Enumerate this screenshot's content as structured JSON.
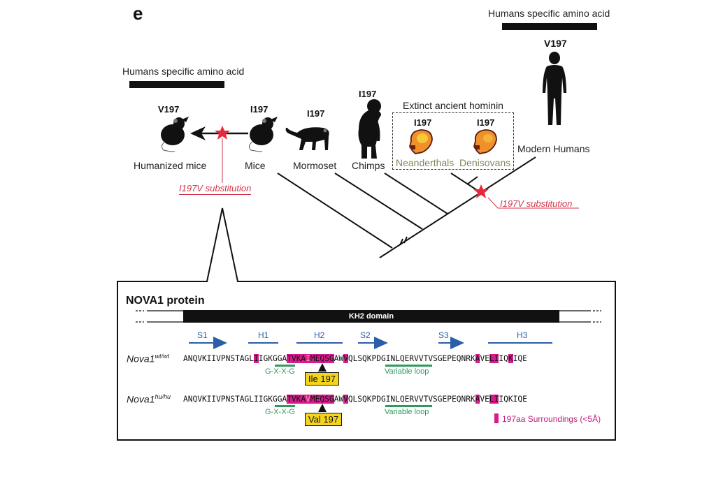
{
  "panel_letter": "e",
  "human_specific_label_left": "Humans specific amino acid",
  "human_specific_label_right": "Humans specific amino acid",
  "species": [
    {
      "name": "Humanized mice",
      "residue": "V197",
      "icon": "mouse-icon"
    },
    {
      "name": "Mice",
      "residue": "I197",
      "icon": "mouse-icon"
    },
    {
      "name": "Mormoset",
      "residue": "I197",
      "icon": "marmoset-icon"
    },
    {
      "name": "Chimps",
      "residue": "I197",
      "icon": "chimp-icon"
    },
    {
      "name": "Neanderthals",
      "residue": "I197",
      "icon": "skull-icon"
    },
    {
      "name": "Denisovans",
      "residue": "I197",
      "icon": "skull-icon"
    },
    {
      "name": "Modern Humans",
      "residue": "V197",
      "icon": "human-icon"
    }
  ],
  "extinct_group_title": "Extinct ancient  hominin",
  "substitution_label_left": "I197V substitution",
  "substitution_label_right": "I197V substitution",
  "protein": {
    "title": "NOVA1 protein",
    "domain_label": "KH2 domain",
    "secondary_structure": [
      "S1",
      "H1",
      "H2",
      "S2",
      "S3",
      "H3"
    ],
    "rows": [
      {
        "name": "Nova1",
        "superscript": "wt/wt",
        "segments": [
          {
            "t": "ANQVKIIVPNSTAGL",
            "h": false
          },
          {
            "t": "I",
            "h": true
          },
          {
            "t": "IGKGGA",
            "h": false
          },
          {
            "t": "TVKA",
            "h": true
          },
          {
            "t": "I",
            "h": "v"
          },
          {
            "t": "MEQSG",
            "h": true
          },
          {
            "t": "AW",
            "h": false
          },
          {
            "t": "V",
            "h": true
          },
          {
            "t": "QLSQKPDGINLQERVVTVSGEPEQNRK",
            "h": false
          },
          {
            "t": "A",
            "h": true
          },
          {
            "t": "VE",
            "h": false
          },
          {
            "t": "LI",
            "h": true
          },
          {
            "t": "IQ",
            "h": false
          },
          {
            "t": "K",
            "h": true
          },
          {
            "t": "IQE",
            "h": false
          }
        ],
        "motif_label": "G-X-X-G",
        "loop_label": "Variable loop",
        "residue_callout": "Ile 197"
      },
      {
        "name": "Nova1",
        "superscript": "hu/hu",
        "segments": [
          {
            "t": "ANQVKIIVPNSTAGLIIGKGGA",
            "h": false
          },
          {
            "t": "TVKA",
            "h": true
          },
          {
            "t": "V",
            "h": "v"
          },
          {
            "t": "MEQSG",
            "h": true
          },
          {
            "t": "AW",
            "h": false
          },
          {
            "t": "V",
            "h": true
          },
          {
            "t": "QLSQKPDGINLQERVVTVSGEPEQNRK",
            "h": false
          },
          {
            "t": "A",
            "h": true
          },
          {
            "t": "VE",
            "h": false
          },
          {
            "t": "LI",
            "h": true
          },
          {
            "t": "IQKIQE",
            "h": false
          }
        ],
        "motif_label": "G-X-X-G",
        "loop_label": "Variable loop",
        "residue_callout": "Val 197"
      }
    ],
    "legend_label": "197aa Surroundings (<5Å)"
  },
  "colors": {
    "highlight": "#d81b8c",
    "substitution_red": "#d2344a",
    "structure_blue": "#2a5ea8",
    "motif_green": "#2e9a5c",
    "callout_yellow": "#f5d41e",
    "extinct_label": "#7a8a5a"
  }
}
